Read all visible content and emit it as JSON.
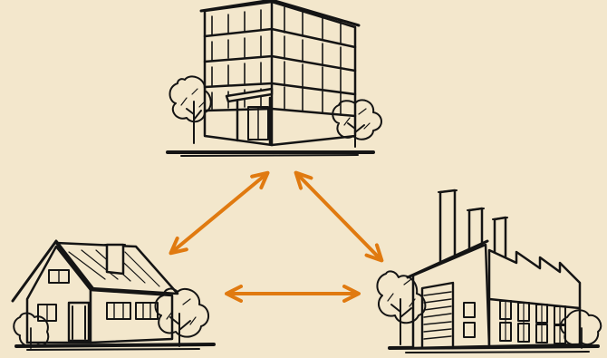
{
  "colors": {
    "background": "#f3e7cc",
    "ink": "#141414",
    "arrow": "#e07a10"
  },
  "nodes": [
    {
      "id": "office-building",
      "icon": "office-building-icon"
    },
    {
      "id": "house",
      "icon": "house-icon"
    },
    {
      "id": "factory",
      "icon": "factory-icon"
    }
  ],
  "connections": [
    {
      "from": "house",
      "to": "office-building",
      "direction": "bidirectional"
    },
    {
      "from": "office-building",
      "to": "factory",
      "direction": "bidirectional"
    },
    {
      "from": "house",
      "to": "factory",
      "direction": "bidirectional"
    }
  ]
}
